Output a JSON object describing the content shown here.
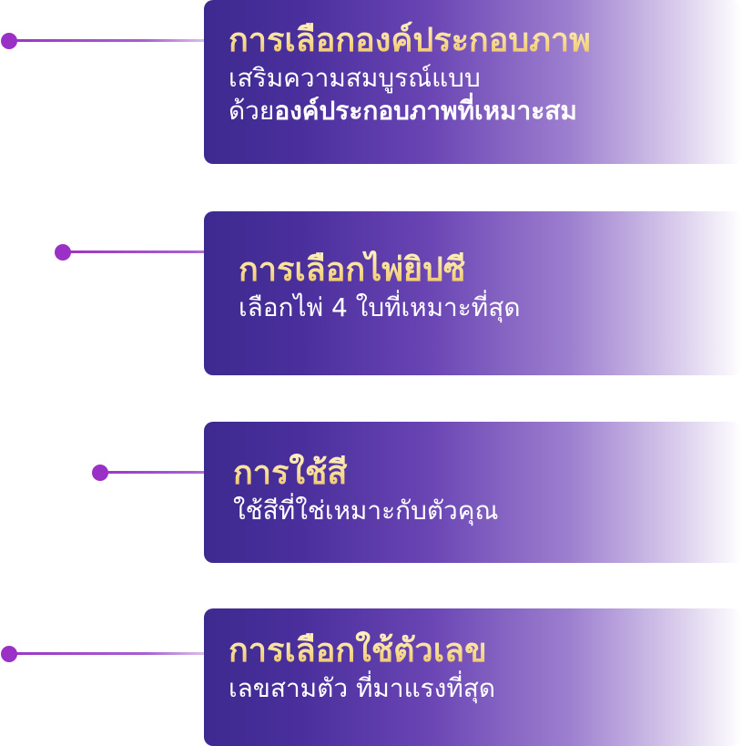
{
  "sections": [
    {
      "title": "การเลือกองค์ประกอบภาพ",
      "desc_line1": "เสริมความสมบูรณ์แบบ",
      "desc_line2_prefix": "ด้วย",
      "desc_line2_emphasis": "องค์ประกอบภาพที่เหมาะสม"
    },
    {
      "title": "การเลือกไพ่ยิปซี",
      "desc": "เลือกไพ่ 4 ใบที่เหมาะที่สุด"
    },
    {
      "title": "การใช้สี",
      "desc": "ใช้สีที่ใช่เหมาะกับตัวคุณ"
    },
    {
      "title": "การเลือกใช้ตัวเลข",
      "desc": "เลขสามตัว ที่มาแรงที่สุด"
    }
  ],
  "colors": {
    "card_start": "#3d2a8f",
    "card_mid": "#6a45b4",
    "title_gold": "#f7d98b",
    "dot": "#9b30c6",
    "text": "#ffffff"
  }
}
